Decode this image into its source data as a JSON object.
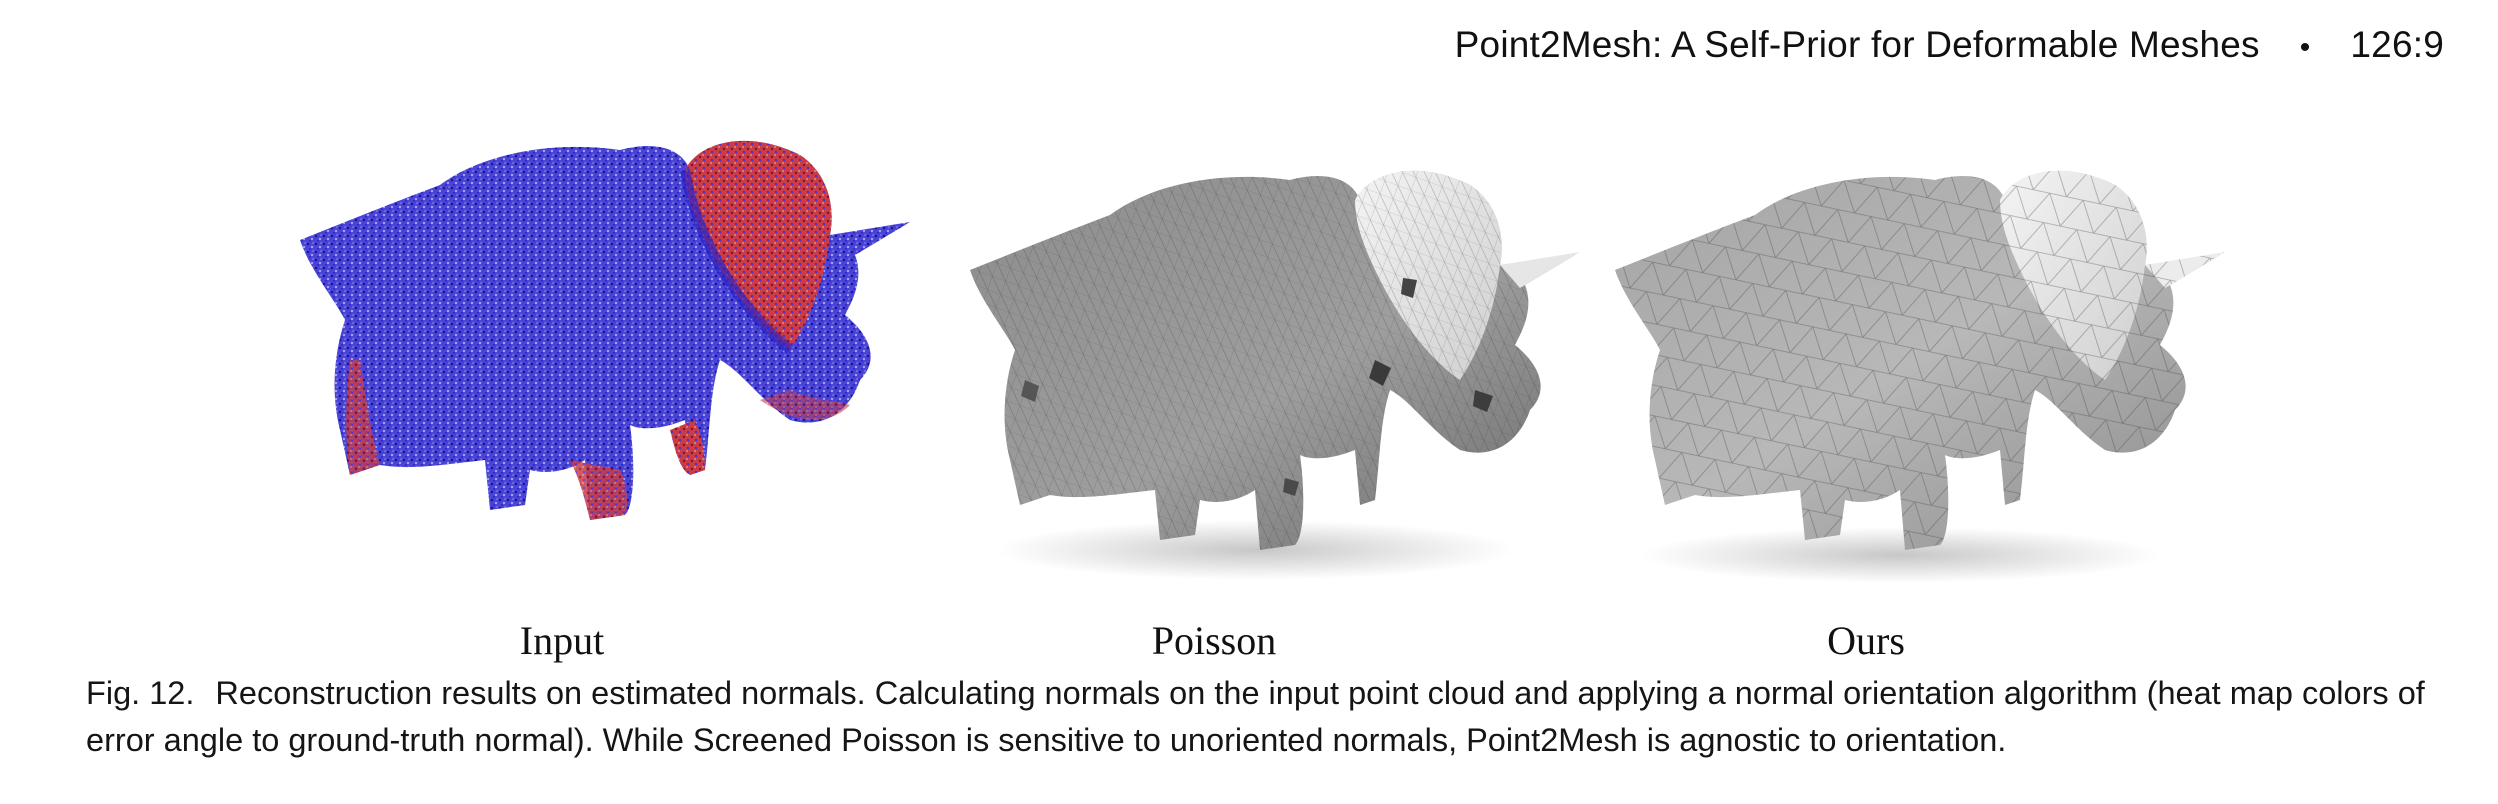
{
  "header": {
    "running_title": "Point2Mesh: A Self-Prior for Deformable Meshes",
    "page_number": "126:9"
  },
  "figure": {
    "panels": [
      {
        "label": "Input",
        "image": "triceratops-point-cloud-heatmap"
      },
      {
        "label": "Poisson",
        "image": "triceratops-poisson-mesh"
      },
      {
        "label": "Ours",
        "image": "triceratops-point2mesh-mesh"
      }
    ],
    "colors": {
      "pointcloud_primary": "#2a22c8",
      "pointcloud_error": "#c0202a",
      "mesh_dark": "#7a7a7a",
      "mesh_light": "#e4e4e4"
    }
  },
  "caption": {
    "fig_number": "Fig. 12.",
    "text": "Reconstruction results on estimated normals. Calculating normals on the input point cloud and applying a normal orientation algorithm (heat map colors of error angle to ground-truth normal). While Screened Poisson is sensitive to unoriented normals, Point2Mesh is agnostic to orientation."
  }
}
